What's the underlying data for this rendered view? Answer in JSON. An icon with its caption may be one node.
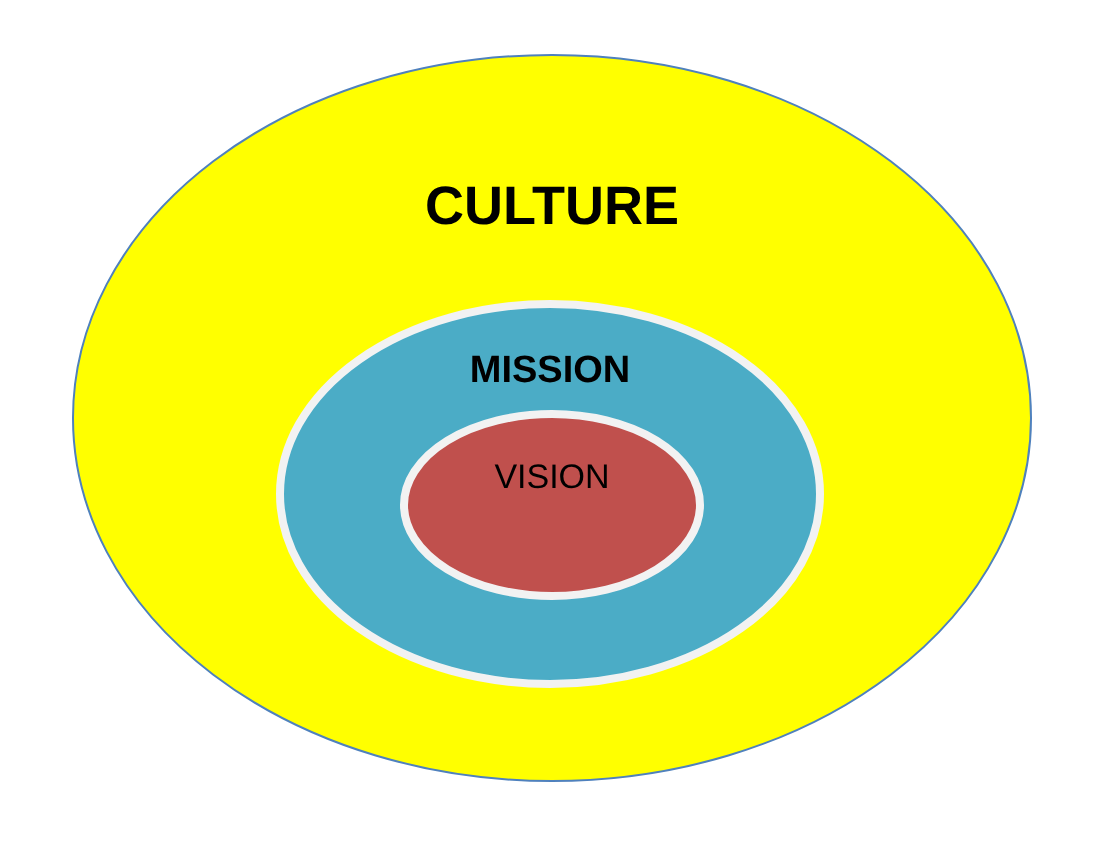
{
  "diagram": {
    "nodes": [
      {
        "text": [
          "CULTURE"
        ]
      },
      {
        "text": [
          "MISSION"
        ],
        "in": 0
      },
      {
        "text": [
          "VISION"
        ],
        "in": 1
      }
    ]
  }
}
